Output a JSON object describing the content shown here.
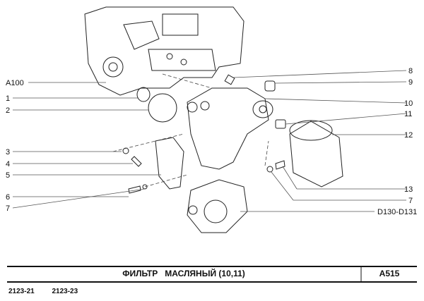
{
  "diagram": {
    "title": "ФИЛЬТР   МАСЛЯНЫЙ (10,11)",
    "code": "A515",
    "models": [
      "2123-21",
      "2123-23"
    ],
    "left_labels": [
      "A100",
      "1",
      "2",
      "3",
      "4",
      "5",
      "6",
      "7"
    ],
    "right_labels": [
      "8",
      "9",
      "10",
      "11",
      "12",
      "13",
      "7",
      "D130-D131"
    ]
  }
}
